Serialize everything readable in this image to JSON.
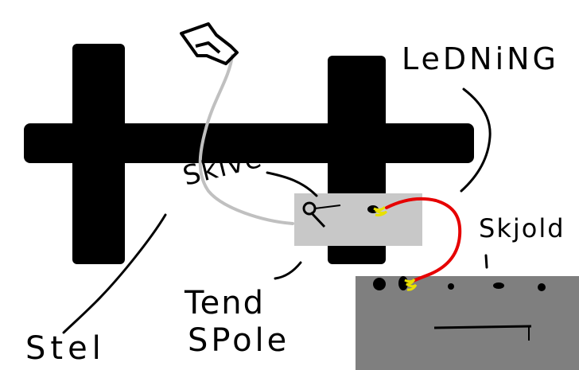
{
  "labels": {
    "ledning": "LeDNiNG",
    "skive": "Skive",
    "skjold": "Skjold",
    "tend": "Tend",
    "spole": "SPole",
    "stel": "Stel"
  },
  "colors": {
    "frame": "#000000",
    "coil_box": "#c8c8c8",
    "shield_box": "#7f7f7f",
    "wire_grey": "#c0c0c0",
    "wire_red": "#e60000",
    "terminal_yellow": "#e8e000"
  }
}
